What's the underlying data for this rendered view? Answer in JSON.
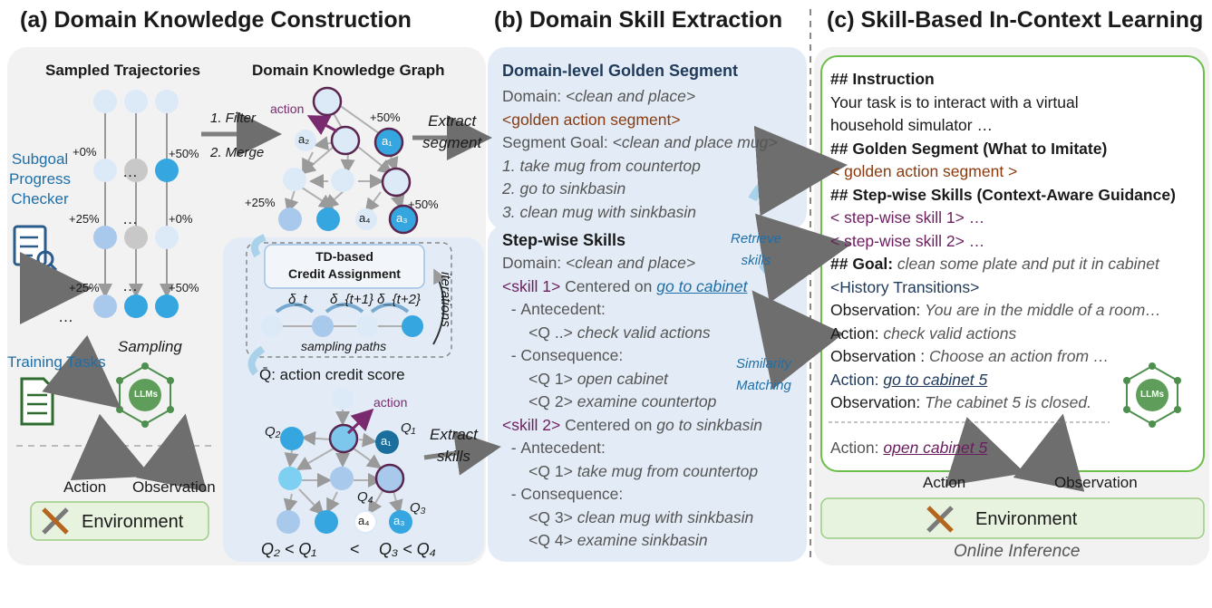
{
  "titles": {
    "a": "(a) Domain Knowledge Construction",
    "b": "(b) Domain Skill Extraction",
    "c": "(c) Skill-Based In-Context Learning"
  },
  "panel_a": {
    "sampled_trajectories": "Sampled Trajectories",
    "domain_knowledge_graph": "Domain Knowledge Graph",
    "subgoal_checker": [
      "Subgoal",
      "Progress",
      "Checker"
    ],
    "training_tasks": "Training Tasks",
    "sampling": "Sampling",
    "llms": "LLMs",
    "action": "Action",
    "observation": "Observation",
    "environment": "Environment",
    "filter": "1. Filter",
    "merge": "2. Merge",
    "extract_segment": [
      "Extract",
      "segment"
    ],
    "extract_skills": [
      "Extract",
      "skills"
    ],
    "percent_labels": {
      "p0": "+0%",
      "p50": "+50%",
      "p25": "+25%",
      "p0b": "+0%",
      "p25b": "+25%",
      "p50b": "+50%",
      "g50a": "+50%",
      "g25": "+25%",
      "g50b": "+50%"
    },
    "ellipsis": "…",
    "graph_action": "action",
    "node_a1": "a₁",
    "node_a2": "a₂",
    "node_a3": "a₃",
    "node_a4": "a₄",
    "td_title": [
      "TD-based",
      "Credit Assignment"
    ],
    "iterations": "iterations",
    "deltas": [
      "δ_t",
      "δ_{t+1}",
      "δ_{t+2}"
    ],
    "sampling_paths": "sampling paths",
    "q_credit": "Q̄: action credit score",
    "q_labels": [
      "Q₂",
      "Q₁",
      "Q₄",
      "Q₃"
    ],
    "inequality": [
      "Q₂ < Q₁",
      "<",
      "Q₃ < Q₄"
    ]
  },
  "panel_b": {
    "golden_title": "Domain-level Golden Segment",
    "golden_lines": [
      {
        "pre": "Domain: ",
        "it": "<clean and place>"
      },
      {
        "brown": "<golden action segment>"
      },
      {
        "pre": "Segment Goal: ",
        "it": "<clean and place mug>"
      },
      {
        "it": "1. take mug from countertop"
      },
      {
        "it": "2. go to sinkbasin"
      },
      {
        "it": "3. clean mug with sinkbasin"
      }
    ],
    "stepwise_title": "Step-wise Skills",
    "step_lines": [
      {
        "pre": "Domain: ",
        "it": "<clean and place>"
      },
      {
        "purple": "<skill 1>",
        "pre": " Centered on ",
        "link": "go to cabinet"
      },
      {
        "pre": "  - Antecedent:"
      },
      {
        "pre": "      <Q ..> ",
        "it": "check valid actions"
      },
      {
        "pre": "  - Consequence:"
      },
      {
        "pre": "      <Q 1> ",
        "it": "open cabinet"
      },
      {
        "pre": "      <Q 2> ",
        "it": "examine countertop"
      },
      {
        "purple": "<skill 2>",
        "pre": " Centered on ",
        "it": "go to sinkbasin"
      },
      {
        "pre": "  - Antecedent:"
      },
      {
        "pre": "      <Q 1> ",
        "it": "take mug from countertop"
      },
      {
        "pre": "  - Consequence:"
      },
      {
        "pre": "      <Q 3> ",
        "it": "clean mug with sinkbasin"
      },
      {
        "pre": "      <Q 4> ",
        "it": "examine sinkbasin"
      }
    ],
    "retrieve_skills": [
      "Retrieve",
      "skills"
    ],
    "similarity_matching": [
      "Similarity",
      "Matching"
    ]
  },
  "panel_c": {
    "lines": [
      {
        "bold": "## Instruction"
      },
      {
        "pre": "Your task is to interact with a virtual"
      },
      {
        "pre": "household simulator …"
      },
      {
        "bold": "## Golden Segment (What to Imitate)"
      },
      {
        "brown": "< golden action segment >"
      },
      {
        "bold": "## Step-wise Skills (Context-Aware Guidance)"
      },
      {
        "purple": "< step-wise skill 1> …"
      },
      {
        "purple": "< step-wise skill 2> …"
      },
      {
        "bold": "## Goal: ",
        "it": "clean some plate and put it in cabinet"
      },
      {
        "navy": "<History Transitions>"
      },
      {
        "pre": "Observation: ",
        "it": "You are in the middle of a room…"
      },
      {
        "pre": "Action: ",
        "it": "check valid actions"
      },
      {
        "pre": "Observation : ",
        "it": "Choose an action from …"
      },
      {
        "navylink_pre": "Action: ",
        "navylink": "go to cabinet 5"
      },
      {
        "pre": "Observation: ",
        "it": "The cabinet 5 is closed."
      }
    ],
    "final_action_pre": "Action: ",
    "final_action": "open cabinet 5",
    "action": "Action",
    "observation": "Observation",
    "environment": "Environment",
    "online_inference": "Online Inference",
    "llms": "LLMs"
  },
  "colors": {
    "panel_bg": "#f2f2f2",
    "panel_blue": "#e3ecf6",
    "node_light": "#dce9f7",
    "node_mid": "#a9c9ec",
    "node_strong": "#35a6df",
    "node_dark": "#1b6f9c",
    "node_gray": "#c8c8c8",
    "outline_purple": "#5a2650",
    "green_border": "#6dbf4b",
    "green_bg": "#e7f3df",
    "llm_green": "#4e8f4e",
    "arrow_gray": "#7f7f7f",
    "arrow_blue": "#a9d2ea"
  }
}
